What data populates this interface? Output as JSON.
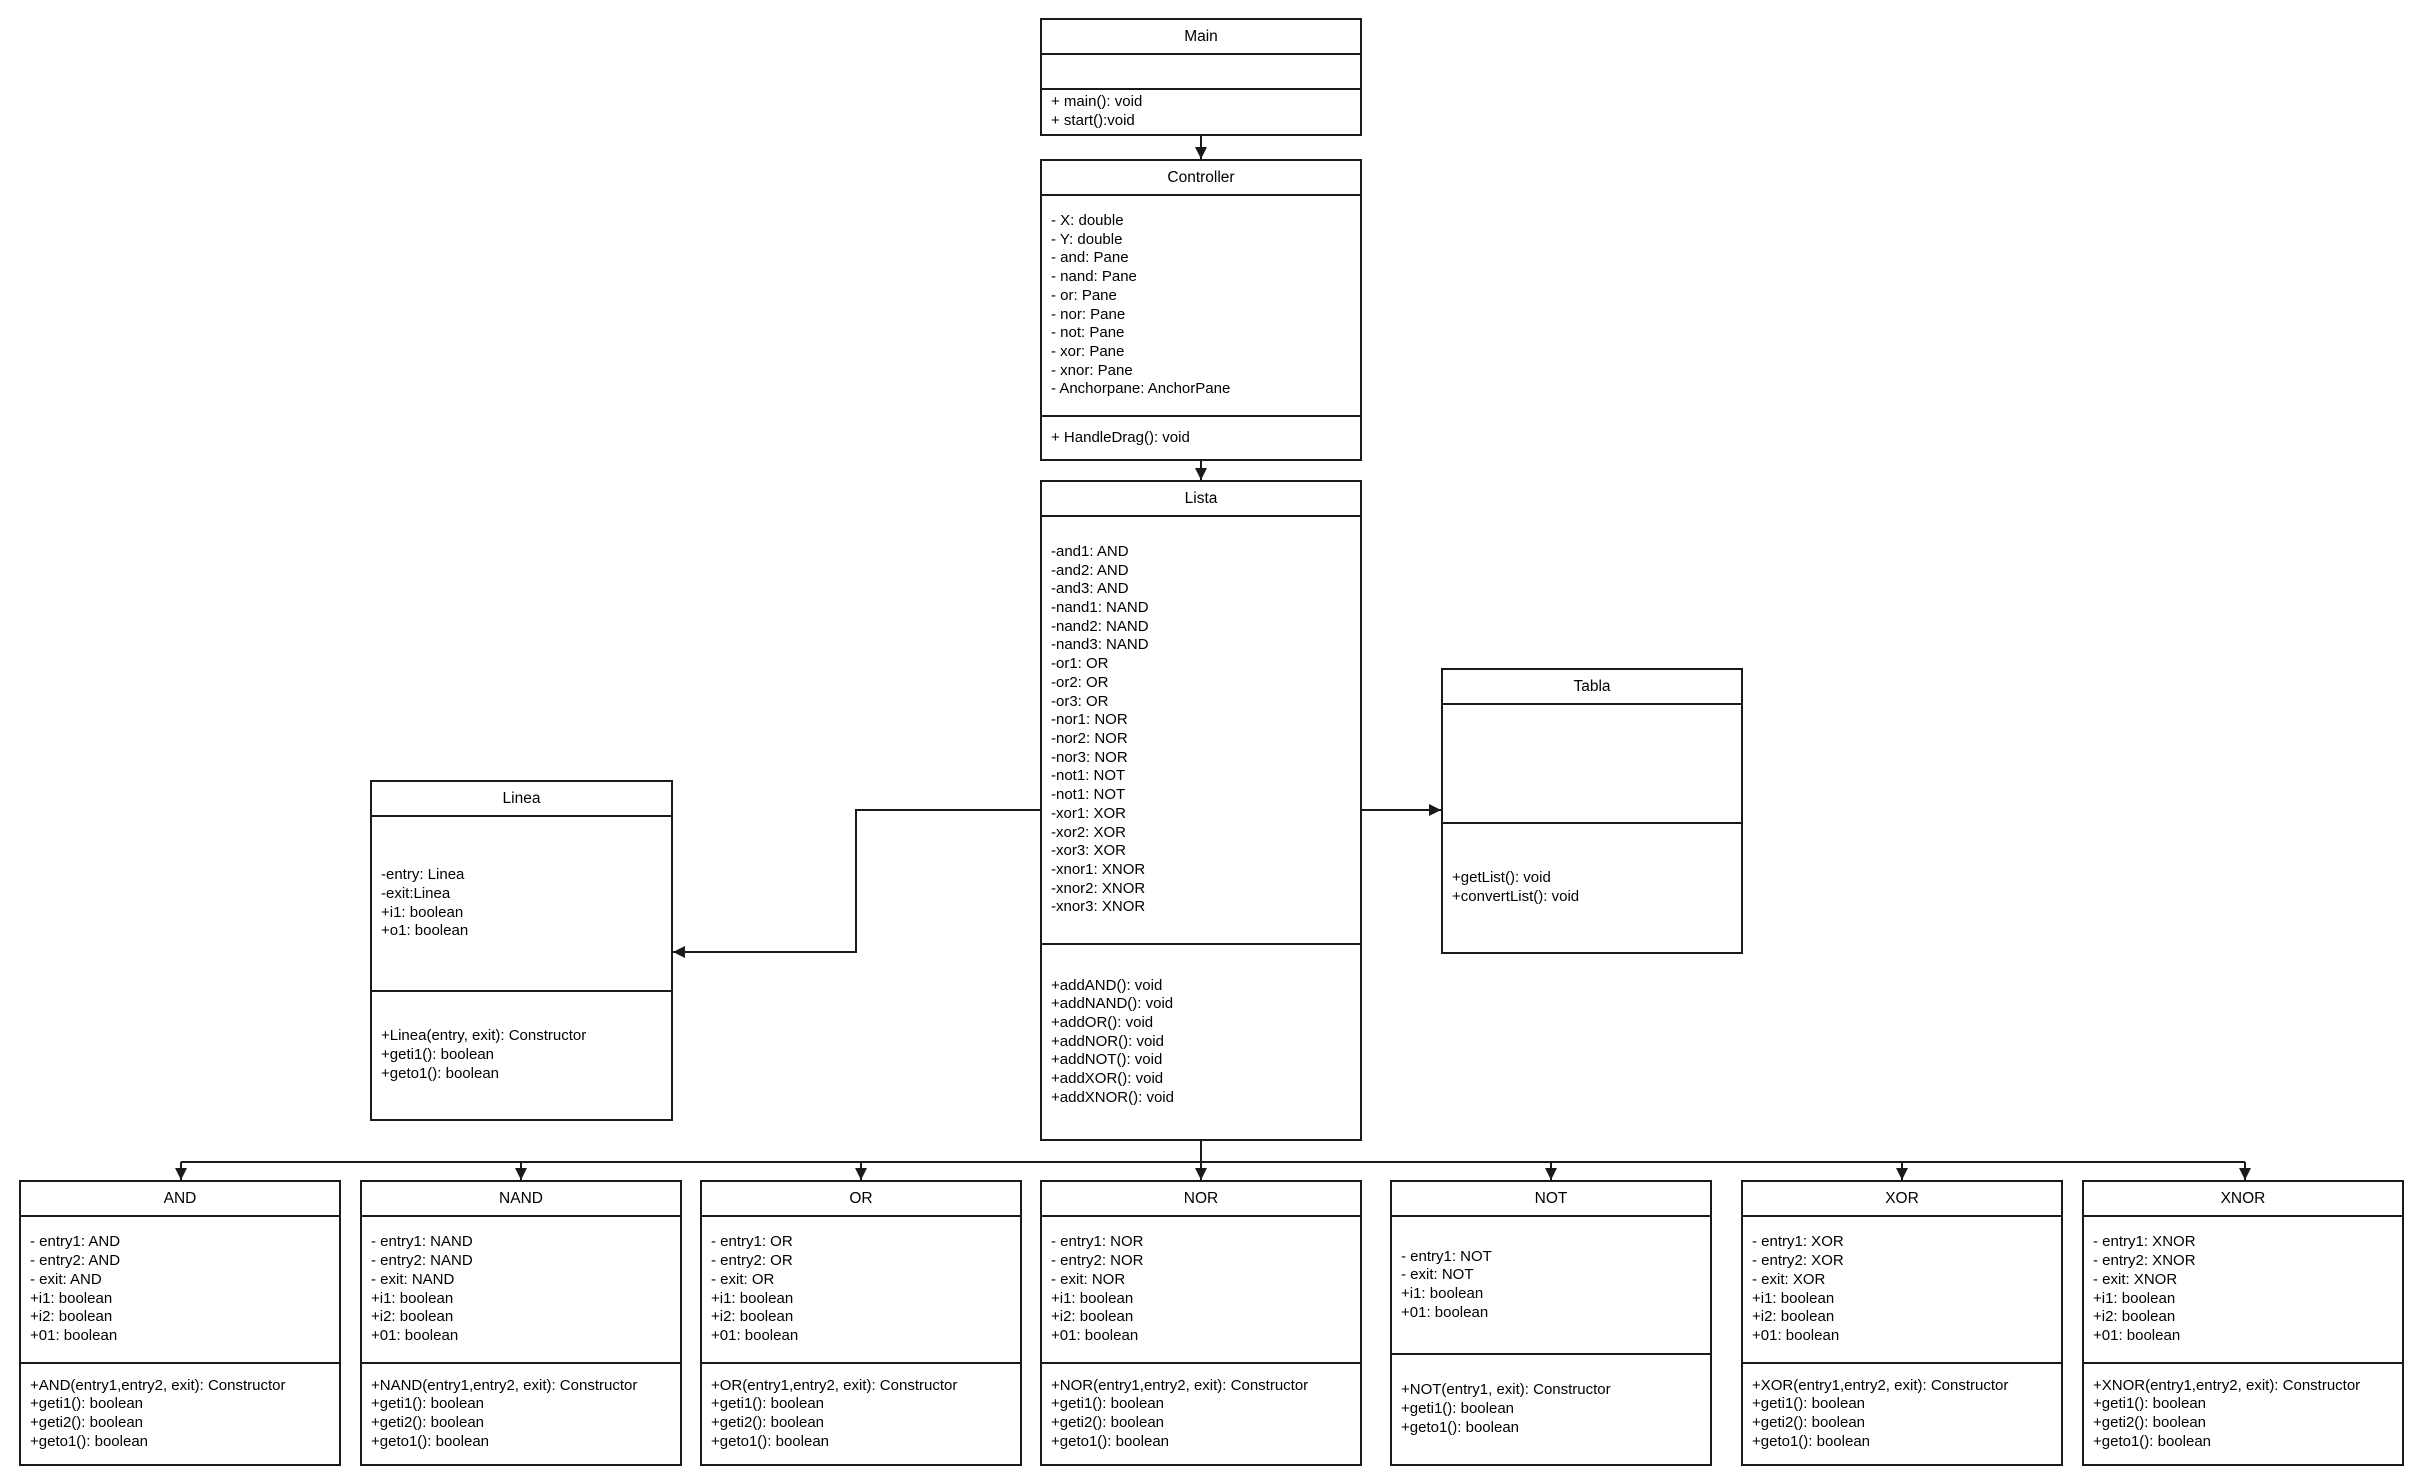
{
  "classes": {
    "main": {
      "name": "Main",
      "attributes": [],
      "methods": [
        "+ main(): void",
        "+ start():void"
      ]
    },
    "controller": {
      "name": "Controller",
      "attributes": [
        "- X: double",
        "- Y: double",
        "- and: Pane",
        "- nand: Pane",
        "- or: Pane",
        "- nor: Pane",
        "- not: Pane",
        "- xor: Pane",
        "- xnor: Pane",
        "- Anchorpane: AnchorPane"
      ],
      "methods": [
        "+ HandleDrag(): void"
      ]
    },
    "lista": {
      "name": "Lista",
      "attributes": [
        "-and1: AND",
        "-and2: AND",
        "-and3: AND",
        "-nand1: NAND",
        "-nand2: NAND",
        "-nand3: NAND",
        "-or1: OR",
        "-or2: OR",
        "-or3: OR",
        "-nor1: NOR",
        "-nor2: NOR",
        "-nor3: NOR",
        "-not1: NOT",
        "-not1: NOT",
        "-xor1: XOR",
        "-xor2: XOR",
        "-xor3: XOR",
        "-xnor1: XNOR",
        "-xnor2: XNOR",
        "-xnor3: XNOR"
      ],
      "methods": [
        "+addAND(): void",
        "+addNAND(): void",
        "+addOR(): void",
        "+addNOR(): void",
        "+addNOT(): void",
        "+addXOR(): void",
        "+addXNOR(): void"
      ]
    },
    "tabla": {
      "name": "Tabla",
      "attributes": [],
      "methods": [
        "+getList(): void",
        "+convertList(): void"
      ]
    },
    "linea": {
      "name": "Linea",
      "attributes": [
        "-entry: Linea",
        "-exit:Linea",
        "+i1: boolean",
        "+o1: boolean"
      ],
      "methods": [
        "+Linea(entry, exit): Constructor",
        "+geti1(): boolean",
        "+geto1(): boolean"
      ]
    },
    "and": {
      "name": "AND",
      "attributes": [
        "- entry1: AND",
        "- entry2: AND",
        "- exit: AND",
        "+i1: boolean",
        "+i2: boolean",
        "+01: boolean"
      ],
      "methods": [
        "+AND(entry1,entry2, exit): Constructor",
        "+geti1(): boolean",
        "+geti2(): boolean",
        "+geto1(): boolean"
      ]
    },
    "nand": {
      "name": "NAND",
      "attributes": [
        "- entry1: NAND",
        "- entry2: NAND",
        "- exit: NAND",
        "+i1: boolean",
        "+i2: boolean",
        "+01: boolean"
      ],
      "methods": [
        "+NAND(entry1,entry2, exit): Constructor",
        "+geti1(): boolean",
        "+geti2(): boolean",
        "+geto1(): boolean"
      ]
    },
    "or": {
      "name": "OR",
      "attributes": [
        "- entry1: OR",
        "- entry2: OR",
        "- exit: OR",
        "+i1: boolean",
        "+i2: boolean",
        "+01: boolean"
      ],
      "methods": [
        "+OR(entry1,entry2, exit): Constructor",
        "+geti1(): boolean",
        "+geti2(): boolean",
        "+geto1(): boolean"
      ]
    },
    "nor": {
      "name": "NOR",
      "attributes": [
        "- entry1: NOR",
        "- entry2: NOR",
        "- exit: NOR",
        "+i1: boolean",
        "+i2: boolean",
        "+01: boolean"
      ],
      "methods": [
        "+NOR(entry1,entry2, exit): Constructor",
        "+geti1(): boolean",
        "+geti2(): boolean",
        "+geto1(): boolean"
      ]
    },
    "not": {
      "name": "NOT",
      "attributes": [
        "- entry1: NOT",
        "- exit: NOT",
        "+i1: boolean",
        "+01: boolean"
      ],
      "methods": [
        "+NOT(entry1, exit): Constructor",
        "+geti1(): boolean",
        "+geto1(): boolean"
      ]
    },
    "xor": {
      "name": "XOR",
      "attributes": [
        "- entry1: XOR",
        "- entry2: XOR",
        "- exit: XOR",
        "+i1: boolean",
        "+i2: boolean",
        "+01: boolean"
      ],
      "methods": [
        "+XOR(entry1,entry2, exit): Constructor",
        "+geti1(): boolean",
        "+geti2(): boolean",
        "+geto1(): boolean"
      ]
    },
    "xnor": {
      "name": "XNOR",
      "attributes": [
        "- entry1: XNOR",
        "- entry2: XNOR",
        "- exit: XNOR",
        "+i1: boolean",
        "+i2: boolean",
        "+01: boolean"
      ],
      "methods": [
        "+XNOR(entry1,entry2, exit): Constructor",
        "+geti1(): boolean",
        "+geti2(): boolean",
        "+geto1(): boolean"
      ]
    }
  },
  "colors": {
    "line": "#1a1a1a",
    "background": "#ffffff"
  }
}
